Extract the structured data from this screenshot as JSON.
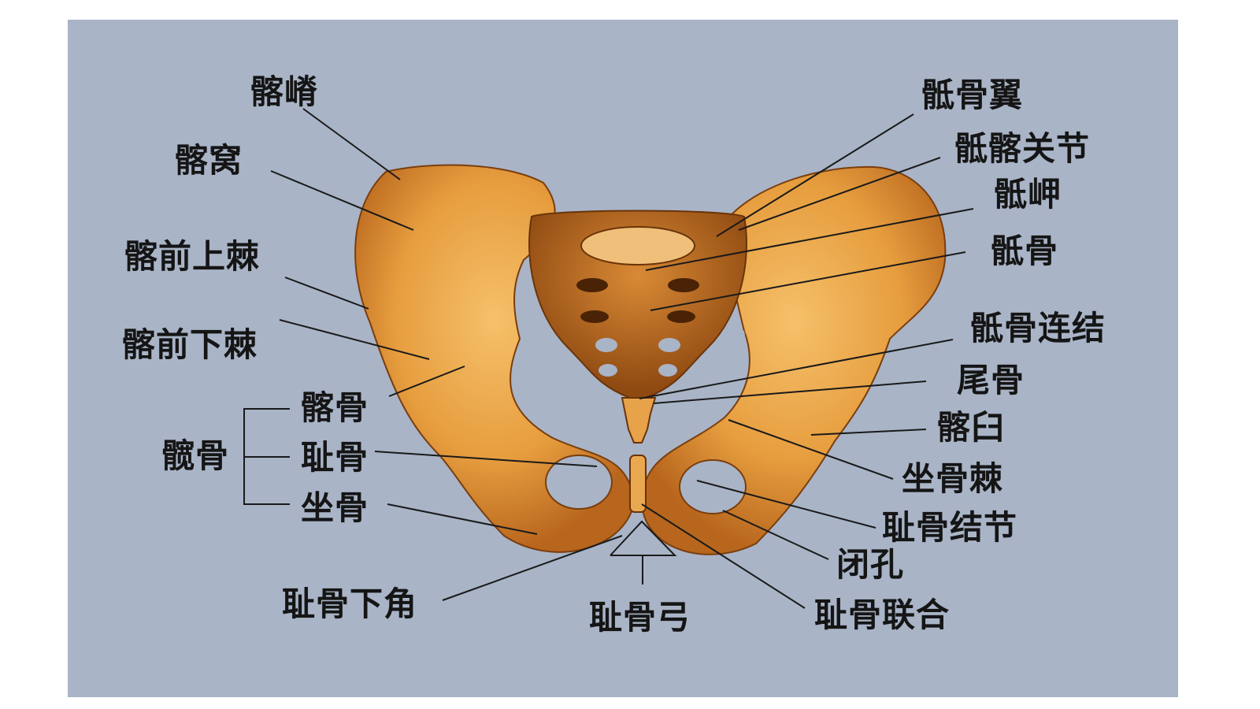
{
  "labels": {
    "iliac_crest": "髂嵴",
    "iliac_fossa": "髂窝",
    "asis": "髂前上棘",
    "aiis": "髂前下棘",
    "ilium": "髂骨",
    "hip_bone": "髋骨",
    "pubis": "耻骨",
    "ischium": "坐骨",
    "subpubic_angle": "耻骨下角",
    "pubic_arch": "耻骨弓",
    "sacral_ala": "骶骨翼",
    "sacroiliac_joint": "骶髂关节",
    "promontory": "骶岬",
    "sacrum": "骶骨",
    "sacrococcygeal_joint": "骶骨连结",
    "coccyx": "尾骨",
    "acetabulum": "髂臼",
    "ischial_spine": "坐骨棘",
    "ischial_tuberosity": "耻骨结节",
    "obturator_foramen": "闭孔",
    "pubic_symphysis": "耻骨联合"
  },
  "colors": {
    "background": "#a9b4c7",
    "bone_light": "#f2b457",
    "bone_mid": "#d9892c",
    "bone_dark": "#8f4a12",
    "leader_line": "#1a1a1a"
  }
}
